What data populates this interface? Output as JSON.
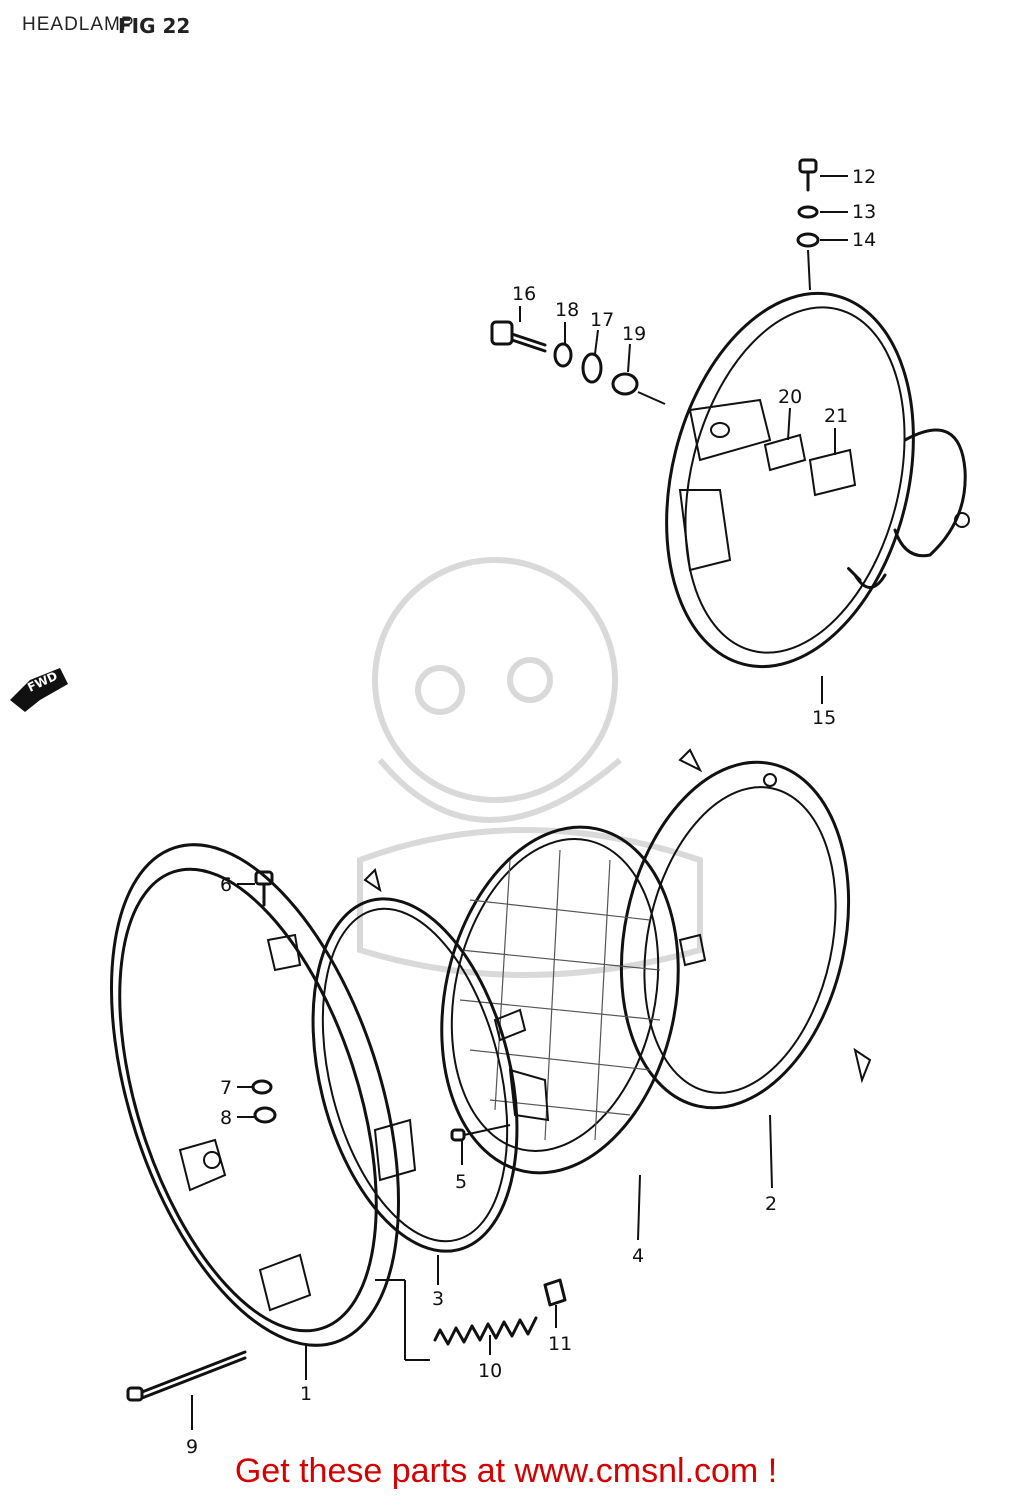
{
  "header": {
    "title": "HEADLAMP",
    "figure": "FIG 22"
  },
  "direction_marker": "FWD",
  "callouts": [
    "1",
    "2",
    "3",
    "4",
    "5",
    "6",
    "7",
    "8",
    "9",
    "10",
    "11",
    "12",
    "13",
    "14",
    "15",
    "16",
    "17",
    "18",
    "19",
    "20",
    "21"
  ],
  "footer": {
    "text": "Get these parts at www.cmsnl.com !"
  },
  "colors": {
    "footer": "#d40000",
    "line_art": "#111111",
    "watermark": "#d9d9d9"
  }
}
